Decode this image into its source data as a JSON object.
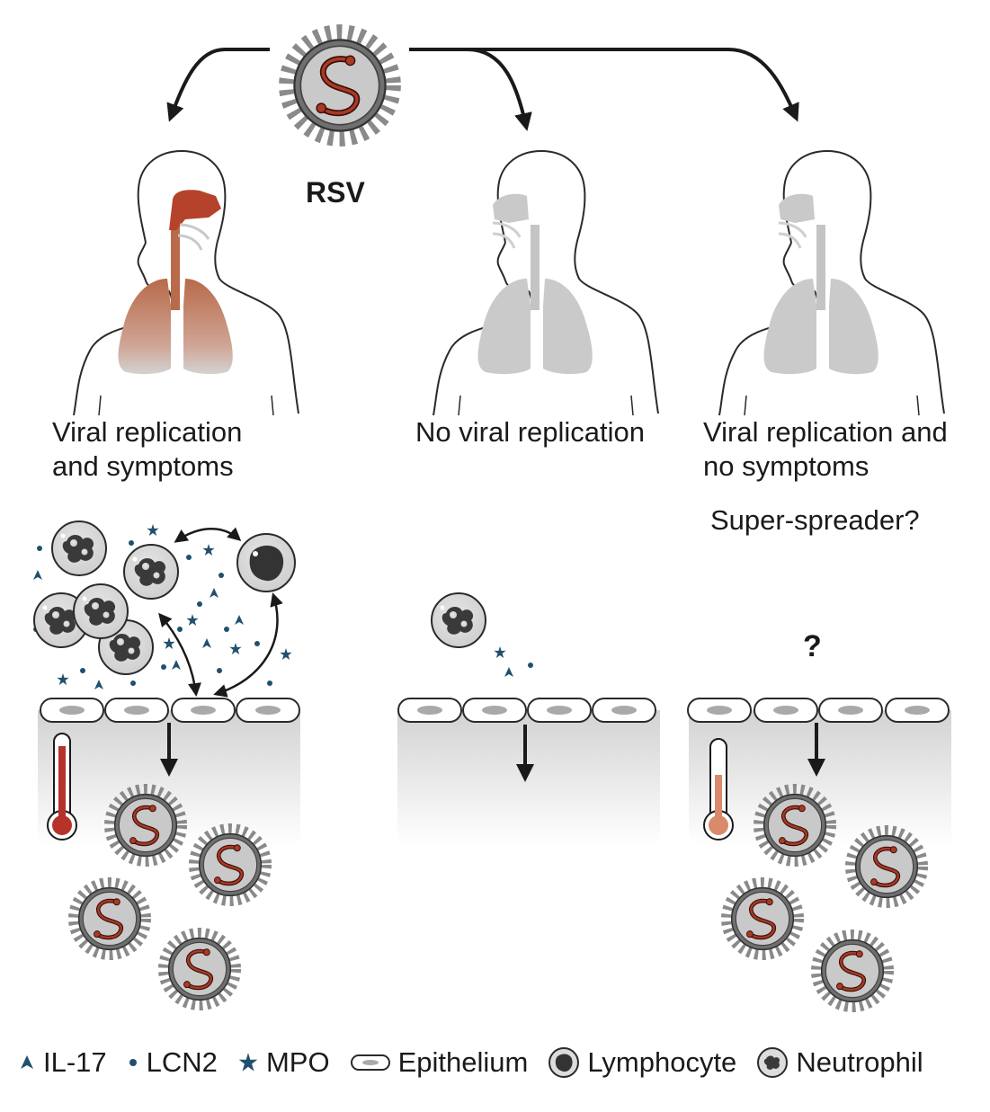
{
  "virus_label": "RSV",
  "panels": [
    {
      "line1": "Viral replication",
      "line2": "and symptoms",
      "note": ""
    },
    {
      "line1": "No viral replication",
      "line2": "",
      "note": ""
    },
    {
      "line1": "Viral replication and",
      "line2": "no symptoms",
      "note": "Super-spreader?"
    }
  ],
  "unknown_marker": "?",
  "legend": [
    {
      "symbol": "triangle-icon",
      "label": "IL-17"
    },
    {
      "symbol": "dot-icon",
      "label": "LCN2"
    },
    {
      "symbol": "star-icon",
      "label": "MPO"
    },
    {
      "symbol": "epithelium-icon",
      "label": "Epithelium"
    },
    {
      "symbol": "lymphocyte-icon",
      "label": "Lymphocyte"
    },
    {
      "symbol": "neutrophil-icon",
      "label": "Neutrophil"
    }
  ],
  "colors": {
    "infected_airway": "#b5432b",
    "lungs_top": "#b86a4a",
    "lungs_bottom": "#d4d2d2",
    "healthy_airway": "#c9c9c9",
    "cytokine": "#21506e",
    "fever_high": "#b5332b",
    "fever_low": "#d98a6a"
  }
}
